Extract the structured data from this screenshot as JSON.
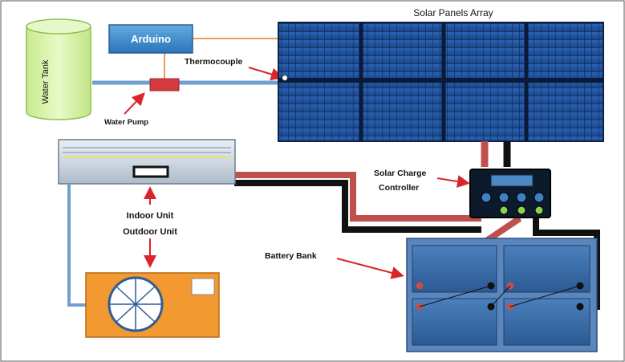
{
  "diagram": {
    "title": "Solar Panels Array",
    "components": {
      "water_tank": "Water Tank",
      "arduino": "Arduino",
      "thermocouple": "Thermocouple",
      "water_pump": "Water Pump",
      "charge_controller": "Solar Charge Controller",
      "indoor_unit": "Indoor Unit",
      "outdoor_unit": "Outdoor Unit",
      "battery_bank": "Battery Bank"
    },
    "colors": {
      "panel_blue": "#1f4f95",
      "panel_grid": "#0f2a57",
      "wire_red": "#c0504d",
      "wire_black": "#111111",
      "pipe_blue": "#6fa0cf",
      "orange_wire": "#e79a61",
      "tank_green": "#d7f2a6",
      "arduino_blue": "#3d8fd0",
      "outdoor_orange": "#f29a31",
      "battery_blue": "#3d6fa8"
    }
  }
}
